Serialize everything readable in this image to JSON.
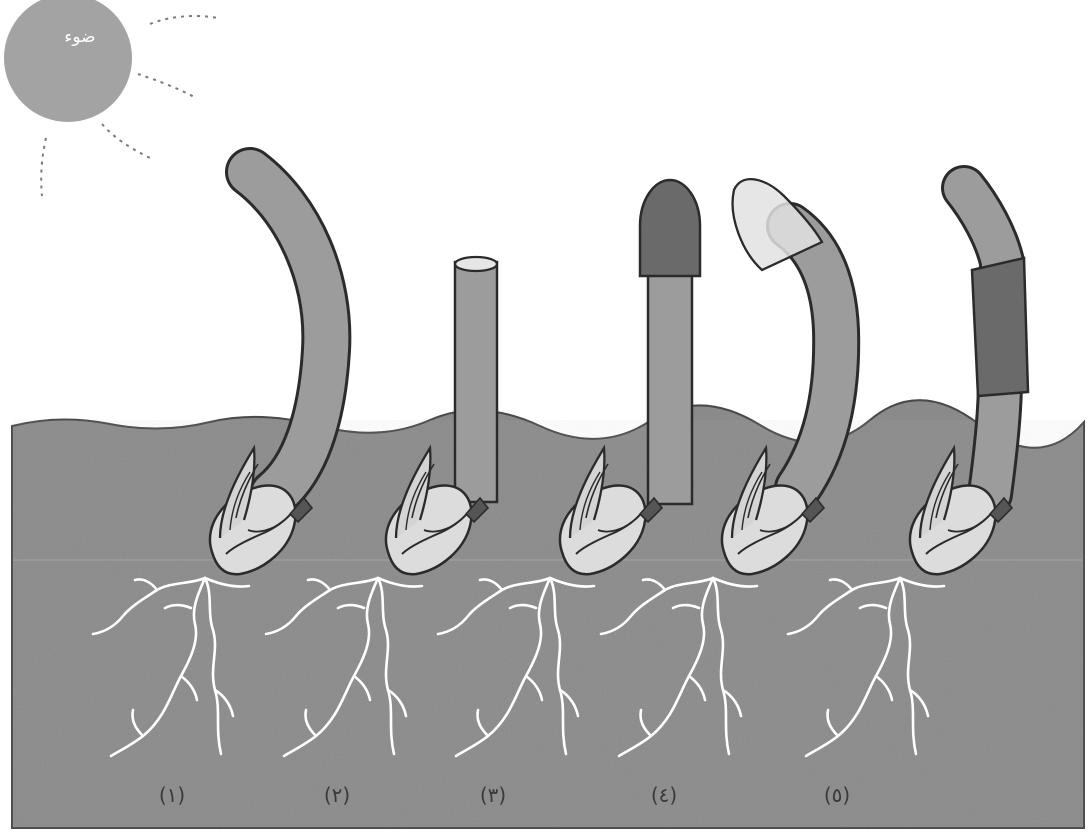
{
  "sun": {
    "label": "ضوء"
  },
  "seedlings": [
    {
      "id": 1,
      "label": "(١)",
      "treatment": "intact coleoptile bending toward light"
    },
    {
      "id": 2,
      "label": "(٢)",
      "treatment": "tip removed"
    },
    {
      "id": 3,
      "label": "(٣)",
      "treatment": "opaque cap on tip"
    },
    {
      "id": 4,
      "label": "(٤)",
      "treatment": "transparent cap on tip"
    },
    {
      "id": 5,
      "label": "(٥)",
      "treatment": "opaque collar below tip"
    }
  ],
  "colors": {
    "soil": "#8a8a8a",
    "coleoptile": "#9c9c9c",
    "opaque_cap": "#6a6a6a",
    "transparent_cap": "#e2e2e2",
    "seed": "#dcdcdc",
    "roots": "#ffffff",
    "sun": "#a3a3a3",
    "outline": "#2b2b2b"
  }
}
